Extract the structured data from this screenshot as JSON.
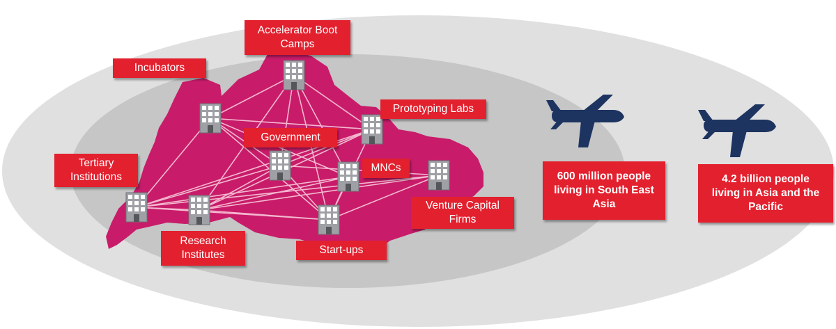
{
  "colors": {
    "outer_ellipse": "#e0e0e0",
    "inner_ellipse": "#c6c6c6",
    "island": "#c81c6a",
    "label_box": "#e3202e",
    "airplane": "#1d3461",
    "building": "#9fa0a5"
  },
  "labels": {
    "accelerator": "Accelerator Boot\nCamps",
    "incubators": "Incubators",
    "prototyping": "Prototyping Labs",
    "government": "Government",
    "tertiary": "Tertiary\nInstitutions",
    "mncs": "MNCs",
    "venture": "Venture Capital\nFirms",
    "research": "Research\nInstitutes",
    "startups": "Start-ups"
  },
  "stats": {
    "sea": "600 million people\nliving in South East\nAsia",
    "asia_pacific": "4.2 billion people\nliving in Asia and the\nPacific"
  },
  "icons": {
    "building": "office-building-icon",
    "airplane": "airplane-icon"
  }
}
